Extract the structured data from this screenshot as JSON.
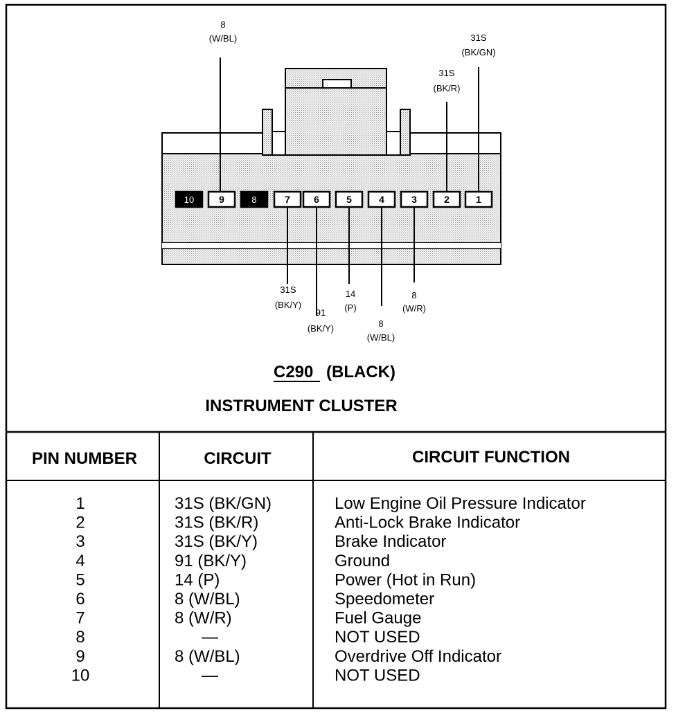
{
  "connector": {
    "id": "C290",
    "color_label": "(BLACK)",
    "name": "INSTRUMENT CLUSTER",
    "pins": [
      {
        "number": "10",
        "used": false,
        "label": [],
        "side": "none"
      },
      {
        "number": "9",
        "used": true,
        "label": [
          "8",
          "(W/BL)"
        ],
        "side": "top"
      },
      {
        "number": "8",
        "used": false,
        "label": [],
        "side": "none"
      },
      {
        "number": "7",
        "used": true,
        "label": [
          "8",
          "(W/R)"
        ],
        "side": "bottom"
      },
      {
        "number": "6",
        "used": true,
        "label": [
          "8",
          "(W/BL)"
        ],
        "side": "bottom"
      },
      {
        "number": "5",
        "used": true,
        "label": [
          "14",
          "(P)"
        ],
        "side": "bottom"
      },
      {
        "number": "4",
        "used": true,
        "label": [
          "91",
          "(BK/Y)"
        ],
        "side": "bottom"
      },
      {
        "number": "3",
        "used": true,
        "label": [
          "31S",
          "(BK/Y)"
        ],
        "side": "bottom"
      },
      {
        "number": "2",
        "used": true,
        "label": [
          "31S",
          "(BK/R)"
        ],
        "side": "top"
      },
      {
        "number": "1",
        "used": true,
        "label": [
          "31S",
          "(BK/GN)"
        ],
        "side": "top"
      }
    ]
  },
  "table": {
    "headers": [
      "PIN NUMBER",
      "CIRCUIT",
      "CIRCUIT FUNCTION"
    ],
    "rows": [
      {
        "pin": "1",
        "circuit": "31S (BK/GN)",
        "function": "Low Engine Oil Pressure Indicator"
      },
      {
        "pin": "2",
        "circuit": "31S (BK/R)",
        "function": "Anti-Lock Brake Indicator"
      },
      {
        "pin": "3",
        "circuit": "31S (BK/Y)",
        "function": "Brake Indicator"
      },
      {
        "pin": "4",
        "circuit": "91 (BK/Y)",
        "function": "Ground"
      },
      {
        "pin": "5",
        "circuit": "14 (P)",
        "function": "Power (Hot in Run)"
      },
      {
        "pin": "6",
        "circuit": "8 (W/BL)",
        "function": "Speedometer"
      },
      {
        "pin": "7",
        "circuit": "8 (W/R)",
        "function": "Fuel Gauge"
      },
      {
        "pin": "8",
        "circuit": "—",
        "function": "NOT USED"
      },
      {
        "pin": "9",
        "circuit": "8 (W/BL)",
        "function": "Overdrive Off Indicator"
      },
      {
        "pin": "10",
        "circuit": "—",
        "function": "NOT USED"
      }
    ]
  },
  "colors": {
    "line": "#000000",
    "fill_shade": "#e4e4e4",
    "background": "#ffffff"
  }
}
